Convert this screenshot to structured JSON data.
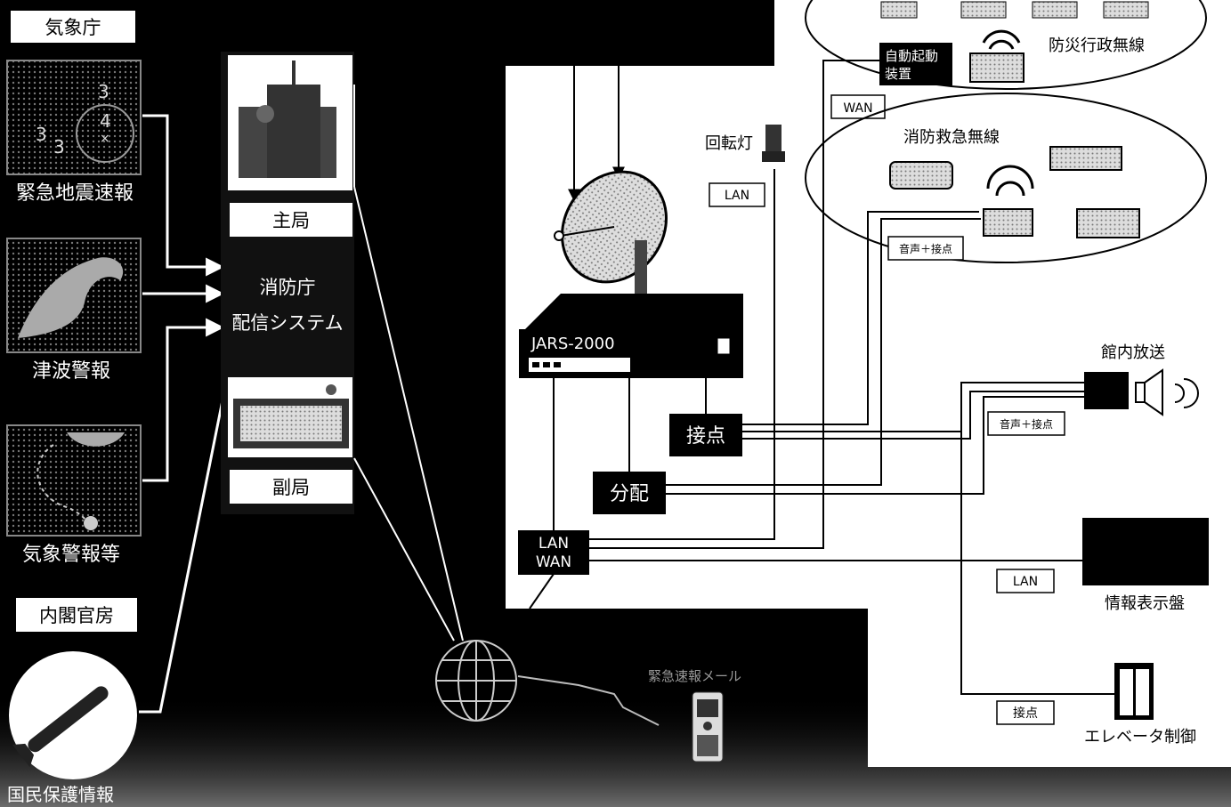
{
  "sources": {
    "jma": "気象庁",
    "eew": "緊急地震速報",
    "tsunami": "津波警報",
    "weather": "気象警報等",
    "cabinet": "内閣官房",
    "civil": "国民保護情報"
  },
  "fdma": {
    "line1": "消防庁",
    "line2": "配信システム",
    "main_station": "主局",
    "sub_station": "副局"
  },
  "eew_map_digits": [
    "3",
    "4",
    "3",
    "3"
  ],
  "mail_label": "緊急速報メール",
  "system": {
    "receiver": "JARS-2000",
    "contact": "接点",
    "distribution": "分配",
    "lan": "LAN",
    "wan": "WAN",
    "lan_wan": [
      "LAN",
      "WAN"
    ],
    "audio_contact": "音声＋接点",
    "rotating_light": "回転灯",
    "auto_start_lines": [
      "自動起動",
      "装置"
    ]
  },
  "outputs": {
    "disaster_radio": "防災行政無線",
    "fire_radio": "消防救急無線",
    "pa": "館内放送",
    "display": "情報表示盤",
    "elevator": "エレベータ制御"
  },
  "colors": {
    "background": "#000000",
    "panel": "#ffffff",
    "ink": "#000000"
  }
}
